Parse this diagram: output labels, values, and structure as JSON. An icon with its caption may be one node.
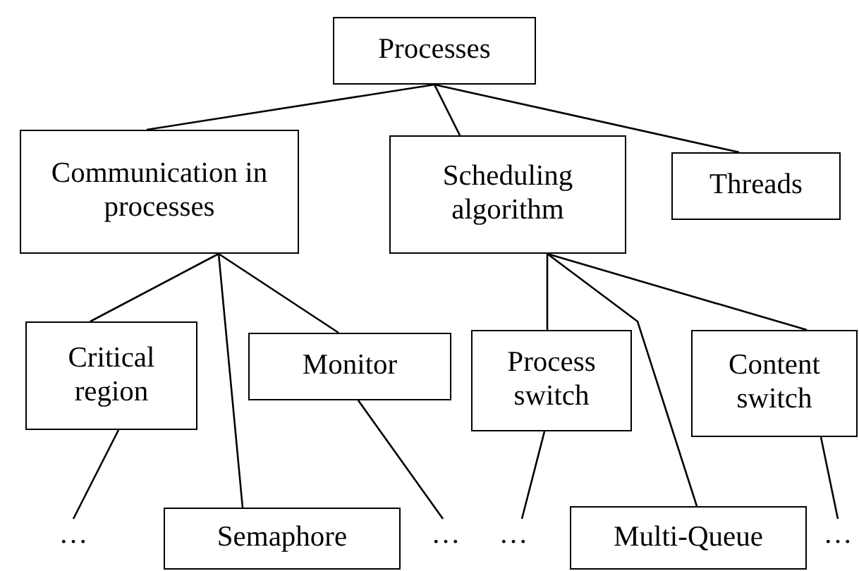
{
  "diagram": {
    "nodes": [
      {
        "text": [
          "Processes"
        ]
      },
      {
        "text": [
          "Communication in processes"
        ]
      },
      {
        "text": [
          "Scheduling algorithm"
        ]
      },
      {
        "text": [
          "Threads"
        ]
      },
      {
        "text": [
          "Critical region"
        ]
      },
      {
        "text": [
          "Monitor"
        ]
      },
      {
        "text": [
          "Process switch"
        ]
      },
      {
        "text": [
          "Content switch"
        ]
      },
      {
        "text": [
          "…"
        ]
      },
      {
        "text": [
          "Semaphore"
        ]
      },
      {
        "text": [
          "…"
        ]
      },
      {
        "text": [
          "…"
        ]
      },
      {
        "text": [
          "Multi-Queue"
        ]
      },
      {
        "text": [
          "…"
        ]
      }
    ],
    "edges": [
      {
        "from": 0,
        "to": 1,
        "arrow": "none"
      },
      {
        "from": 0,
        "to": 2,
        "arrow": "none"
      },
      {
        "from": 0,
        "to": 3,
        "arrow": "none"
      },
      {
        "from": 1,
        "to": 4,
        "arrow": "none"
      },
      {
        "from": 1,
        "to": 9,
        "arrow": "none"
      },
      {
        "from": 1,
        "to": 5,
        "arrow": "none"
      },
      {
        "from": 2,
        "to": 6,
        "arrow": "none"
      },
      {
        "from": 2,
        "to": 12,
        "arrow": "none"
      },
      {
        "from": 2,
        "to": 7,
        "arrow": "none"
      },
      {
        "from": 4,
        "to": 8,
        "arrow": "none"
      },
      {
        "from": 5,
        "to": 10,
        "arrow": "none"
      },
      {
        "from": 6,
        "to": 11,
        "arrow": "none"
      },
      {
        "from": 7,
        "to": 13,
        "arrow": "none"
      }
    ]
  }
}
